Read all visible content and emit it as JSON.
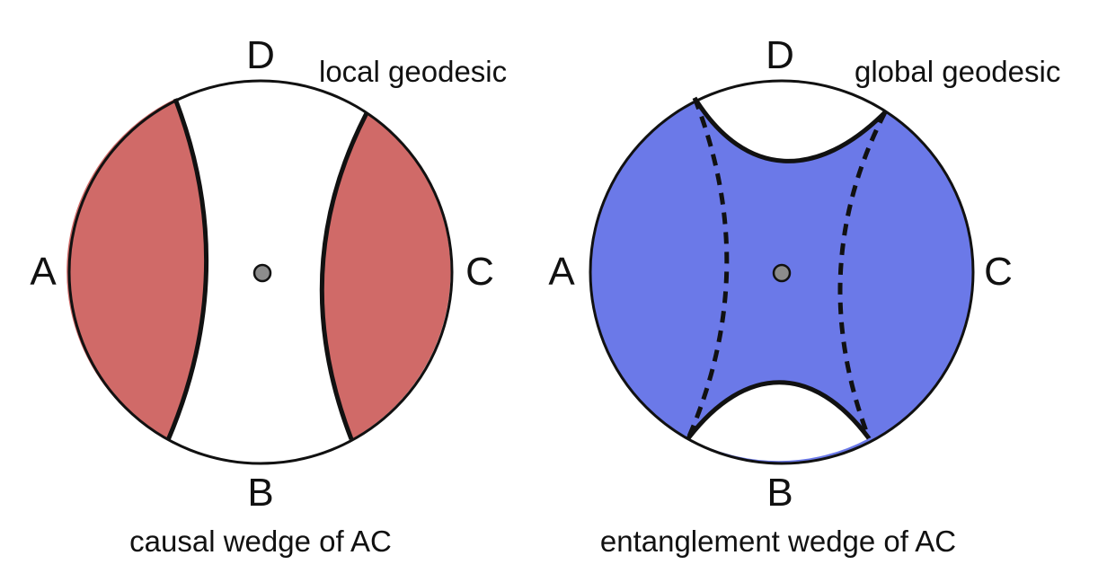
{
  "colors": {
    "causal_fill": "#d06a68",
    "entanglement_fill": "#6b79e8",
    "center_dot": "#8c8c8c",
    "stroke": "#111111"
  },
  "left_panel": {
    "label_top": "D",
    "label_left": "A",
    "label_right": "C",
    "label_bottom": "B",
    "annotation": "local geodesic",
    "caption": "causal wedge of AC"
  },
  "right_panel": {
    "label_top": "D",
    "label_left": "A",
    "label_right": "C",
    "label_bottom": "B",
    "annotation": "global geodesic",
    "caption": "entanglement wedge of AC"
  }
}
